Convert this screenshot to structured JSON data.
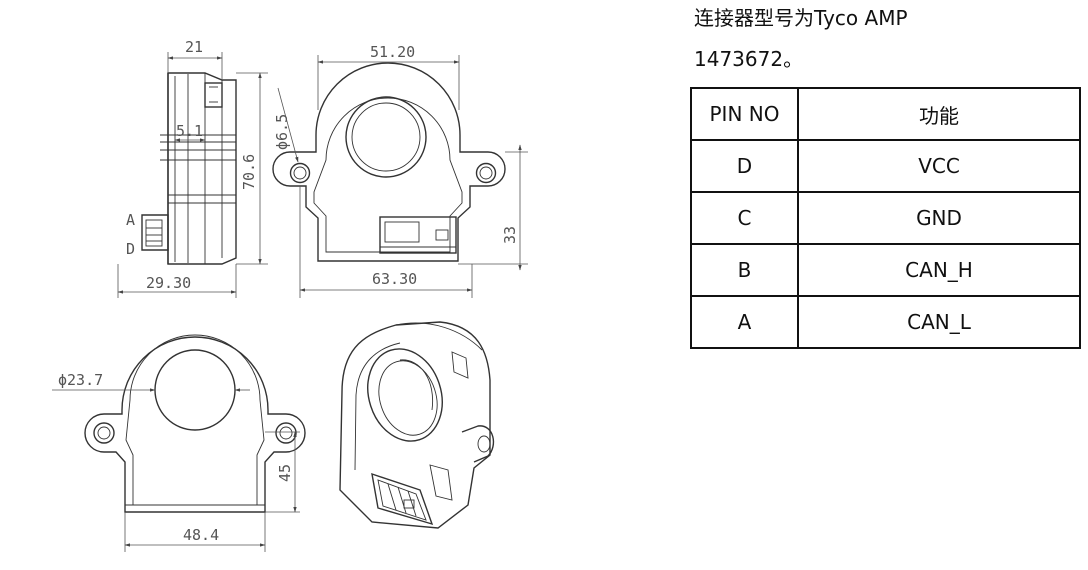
{
  "caption": {
    "line1": "连接器型号为Tyco AMP",
    "line2": "1473672。"
  },
  "pin_table": {
    "headers": [
      "PIN NO",
      "功能"
    ],
    "rows": [
      [
        "D",
        "VCC"
      ],
      [
        "C",
        "GND"
      ],
      [
        "B",
        "CAN_H"
      ],
      [
        "A",
        "CAN_L"
      ]
    ]
  },
  "drawing": {
    "side_view": {
      "top_dim": "21",
      "inner_dim": "5.1",
      "height_dim": "70.6",
      "bottom_dim": "29.30",
      "pin_a": "A",
      "pin_d": "D"
    },
    "front_view": {
      "top_dim": "51.20",
      "hole_dim": "ϕ6.5",
      "width_dim": "63.30",
      "height_dim": "33"
    },
    "rear_view": {
      "bore_dim": "ϕ23.7",
      "height_dim": "45",
      "width_dim": "48.4"
    }
  }
}
